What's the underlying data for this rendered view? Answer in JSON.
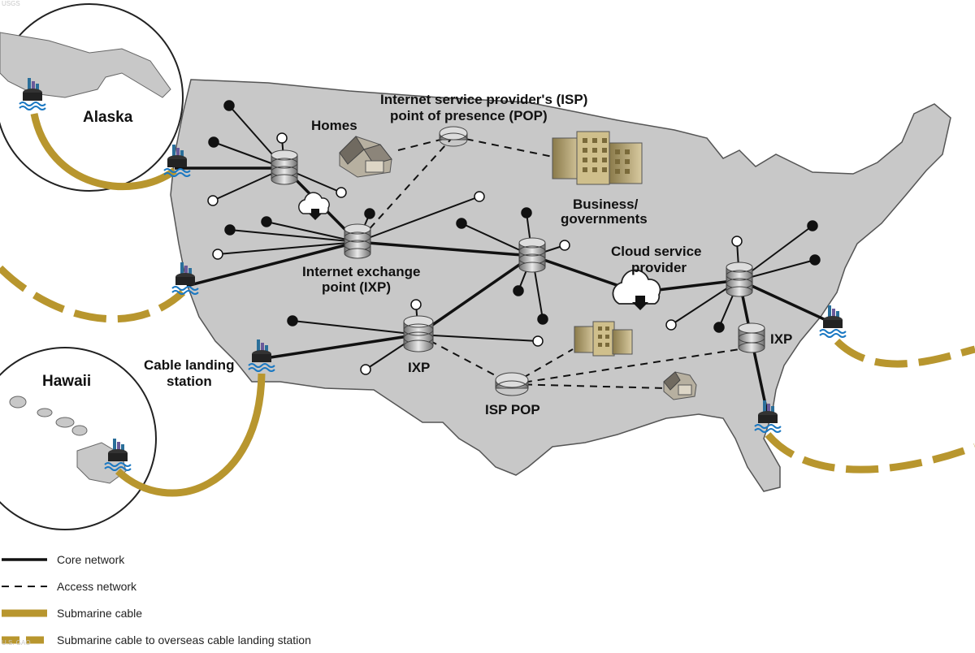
{
  "labels": {
    "alaska": "Alaska",
    "hawaii": "Hawaii",
    "homes": "Homes",
    "isp_pop_title_1": "Internet service provider's (ISP)",
    "isp_pop_title_2": "point of presence (POP)",
    "business_1": "Business/",
    "business_2": "governments",
    "ixp_1": "Internet exchange",
    "ixp_2": "point (IXP)",
    "cloud_1": "Cloud service",
    "cloud_2": "provider",
    "cable_1": "Cable landing",
    "cable_2": "station",
    "ixp_south": "IXP",
    "isp_pop": "ISP POP",
    "ixp_east": "IXP"
  },
  "legend": [
    {
      "label": "Core network",
      "style": "solid-black"
    },
    {
      "label": "Access network",
      "style": "dashed-black"
    },
    {
      "label": "Submarine cable",
      "style": "solid-gold"
    },
    {
      "label": "Submarine cable to overseas cable landing station",
      "style": "dashed-gold"
    }
  ],
  "watermark": {
    "top_left": "USGS",
    "bottom_left": "U.S. GAO"
  },
  "colors": {
    "land": "#c8c8c8",
    "ocean": "#ffffff",
    "cable": "#b8962e",
    "core": "#111111",
    "server": "#9a9a9a"
  }
}
